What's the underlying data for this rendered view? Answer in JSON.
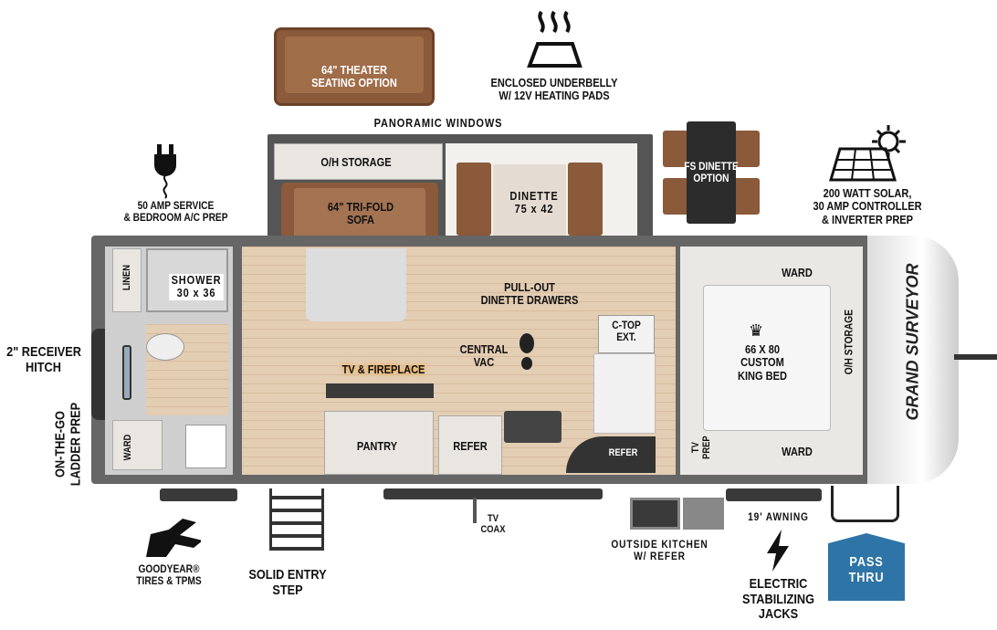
{
  "features": {
    "theater_seating": "64\" THEATER\nSEATING OPTION",
    "underbelly": "ENCLOSED UNDERBELLY\nW/ 12V HEATING PADS",
    "panoramic_windows": "PANORAMIC WINDOWS",
    "service": "50 AMP SERVICE\n& BEDROOM A/C PREP",
    "fs_dinette": "FS DINETTE\nOPTION",
    "solar": "200 WATT SOLAR,\n30 AMP CONTROLLER\n& INVERTER PREP",
    "hitch": "2\" RECEIVER\nHITCH",
    "ladder": "ON-THE-GO\nLADDER PREP",
    "tires": "GOODYEAR®\nTIRES & TPMS",
    "entry_step": "SOLID ENTRY\nSTEP",
    "tv_coax": "TV\nCOAX",
    "outside_kitchen": "OUTSIDE KITCHEN\nW/ REFER",
    "awning": "19' AWNING",
    "jacks": "ELECTRIC\nSTABILIZING\nJACKS",
    "pass_thru": "PASS\nTHRU"
  },
  "rooms": {
    "oh_storage_slide": "O/H STORAGE",
    "sofa": "64\" TRI-FOLD\nSOFA",
    "dinette": "DINETTE\n75 x 42",
    "linen": "LINEN",
    "shower": "SHOWER\n30 x 36",
    "ward_bath": "WARD",
    "drawers": "PULL-OUT\nDINETTE DRAWERS",
    "ctop": "C-TOP\nEXT.",
    "central_vac": "CENTRAL\nVAC",
    "tv_fireplace": "TV & FIREPLACE",
    "pantry": "PANTRY",
    "refer": "REFER",
    "refer_small": "REFER",
    "tv_prep": "TV\nPREP",
    "ward_top": "WARD",
    "bed": "66 X 80\nCUSTOM\nKING BED",
    "oh_storage_bed": "O/H STORAGE",
    "ward_bottom": "WARD"
  },
  "brand": "GRAND SURVEYOR",
  "colors": {
    "pass_thru": "#2f74a6",
    "sofa": "#8a5a3a",
    "wood": "#e3cdb3"
  }
}
